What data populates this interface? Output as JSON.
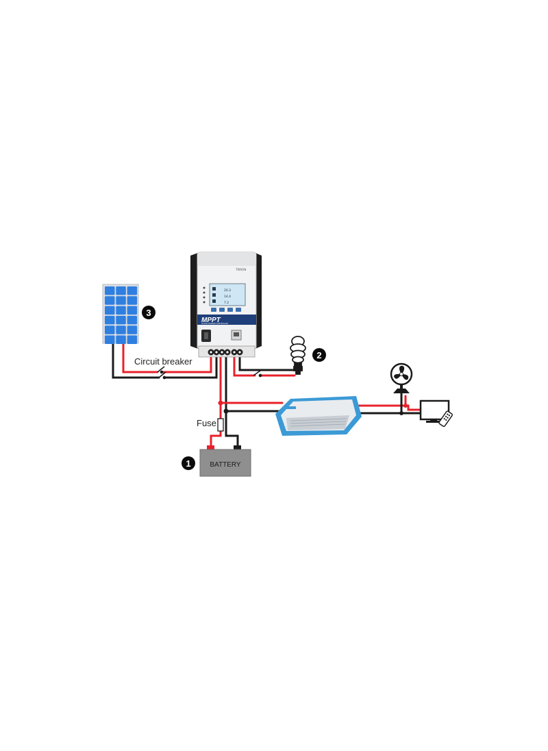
{
  "labels": {
    "circuit_breaker": "Circuit breaker",
    "fuse": "Fuse",
    "battery": "BATTERY"
  },
  "callouts": [
    "1",
    "2",
    "3"
  ],
  "controller": {
    "brand": "TRIRON",
    "model": "MPPT",
    "subtitle": "SOLAR CHARGE CONTROLLER",
    "readings": [
      "20.3",
      "14.4",
      "7.2"
    ]
  },
  "colors": {
    "positive_wire": "#e8202a",
    "negative_wire": "#1a1a1a",
    "battery_body": "#8f8f8f",
    "panel_cell": "#2f7fe0",
    "inverter_blue": "#3c9ad6"
  },
  "icons": [
    "solar-panel-icon",
    "bulb-icon",
    "fan-icon",
    "tv-icon",
    "battery-icon",
    "fuse-icon",
    "breaker-icon",
    "inverter-icon",
    "controller-icon"
  ]
}
